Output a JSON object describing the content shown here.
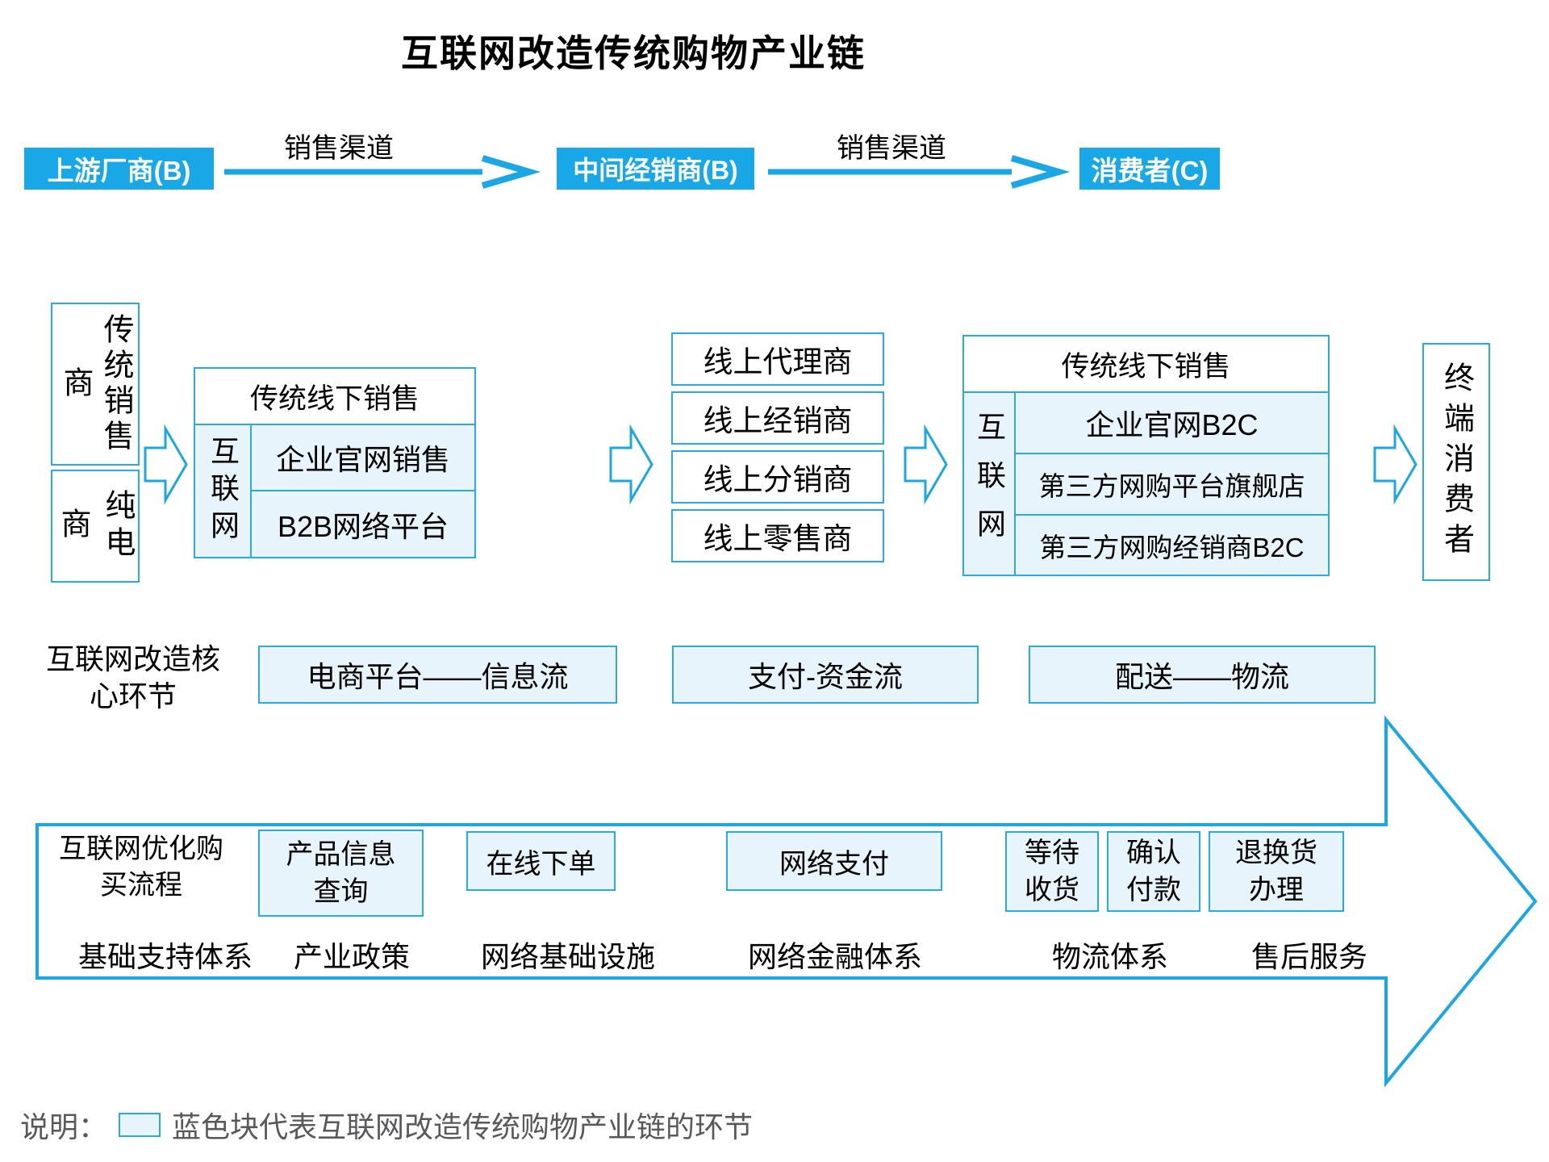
{
  "colors": {
    "solid_blue": "#18A8E8",
    "outline_blue": "#1BA7E3",
    "border_blue": "#29ABE2",
    "light_fill": "#E7F4FC",
    "legend_gray": "#58595B",
    "text_black": "#000000"
  },
  "title": "互联网改造传统购物产业链",
  "top_flow": {
    "nodes": [
      {
        "label": "上游厂商(B)"
      },
      {
        "label": "中间经销商(B)"
      },
      {
        "label": "消费者(C)"
      }
    ],
    "edge_labels": [
      "销售渠道",
      "销售渠道"
    ]
  },
  "main_flow": {
    "manufacturer_channels": {
      "traditional": "传统销售\n商",
      "pure_ecommerce": "纯电商"
    },
    "group_a": {
      "header": "传统线下销售",
      "side": "互联网",
      "rows": [
        "企业官网销售",
        "B2B网络平台"
      ]
    },
    "online_middlemen": [
      "线上代理商",
      "线上经销商",
      "线上分销商",
      "线上零售商"
    ],
    "group_b": {
      "header": "传统线下销售",
      "side": "互联网",
      "rows": [
        "企业官网B2C",
        "第三方网购平台旗舰店",
        "第三方网购经销商B2C"
      ]
    },
    "end_consumer": "终端消费者"
  },
  "core_links": {
    "label": "互联网改造核\n心环节",
    "boxes": [
      "电商平台——信息流",
      "支付-资金流",
      "配送——物流"
    ]
  },
  "purchase_flow": {
    "label": "互联网优化购\n买流程",
    "steps": [
      "产品信息\n查询",
      "在线下单",
      "网络支付",
      "等待\n收货",
      "确认\n付款",
      "退换货\n办理"
    ]
  },
  "support_systems": {
    "label": "基础支持体系",
    "items": [
      "产业政策",
      "网络基础设施",
      "网络金融体系",
      "物流体系",
      "售后服务"
    ]
  },
  "legend": {
    "prefix": "说明：",
    "text": "蓝色块代表互联网改造传统购物产业链的环节"
  }
}
